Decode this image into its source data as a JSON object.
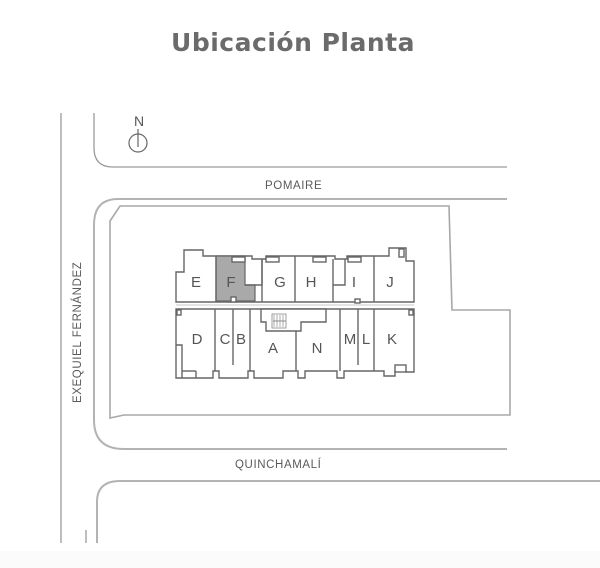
{
  "title": "Ubicación Planta",
  "compass": {
    "label": "N"
  },
  "streets": {
    "top": "POMAIRE",
    "bottom": "QUINCHAMALÍ",
    "left": "EXEQUIEL FERNÁNDEZ"
  },
  "building": {
    "highlighted_unit": "F",
    "highlight_color": "#a9a9a9",
    "north_wing_units": [
      "E",
      "F",
      "G",
      "H",
      "I",
      "J"
    ],
    "south_wing_units": [
      "D",
      "C",
      "B",
      "A",
      "N",
      "M",
      "L",
      "K"
    ]
  },
  "colors": {
    "title": "#6b6b6b",
    "lines": "#666666",
    "street_lines": "#9a9a9a"
  }
}
